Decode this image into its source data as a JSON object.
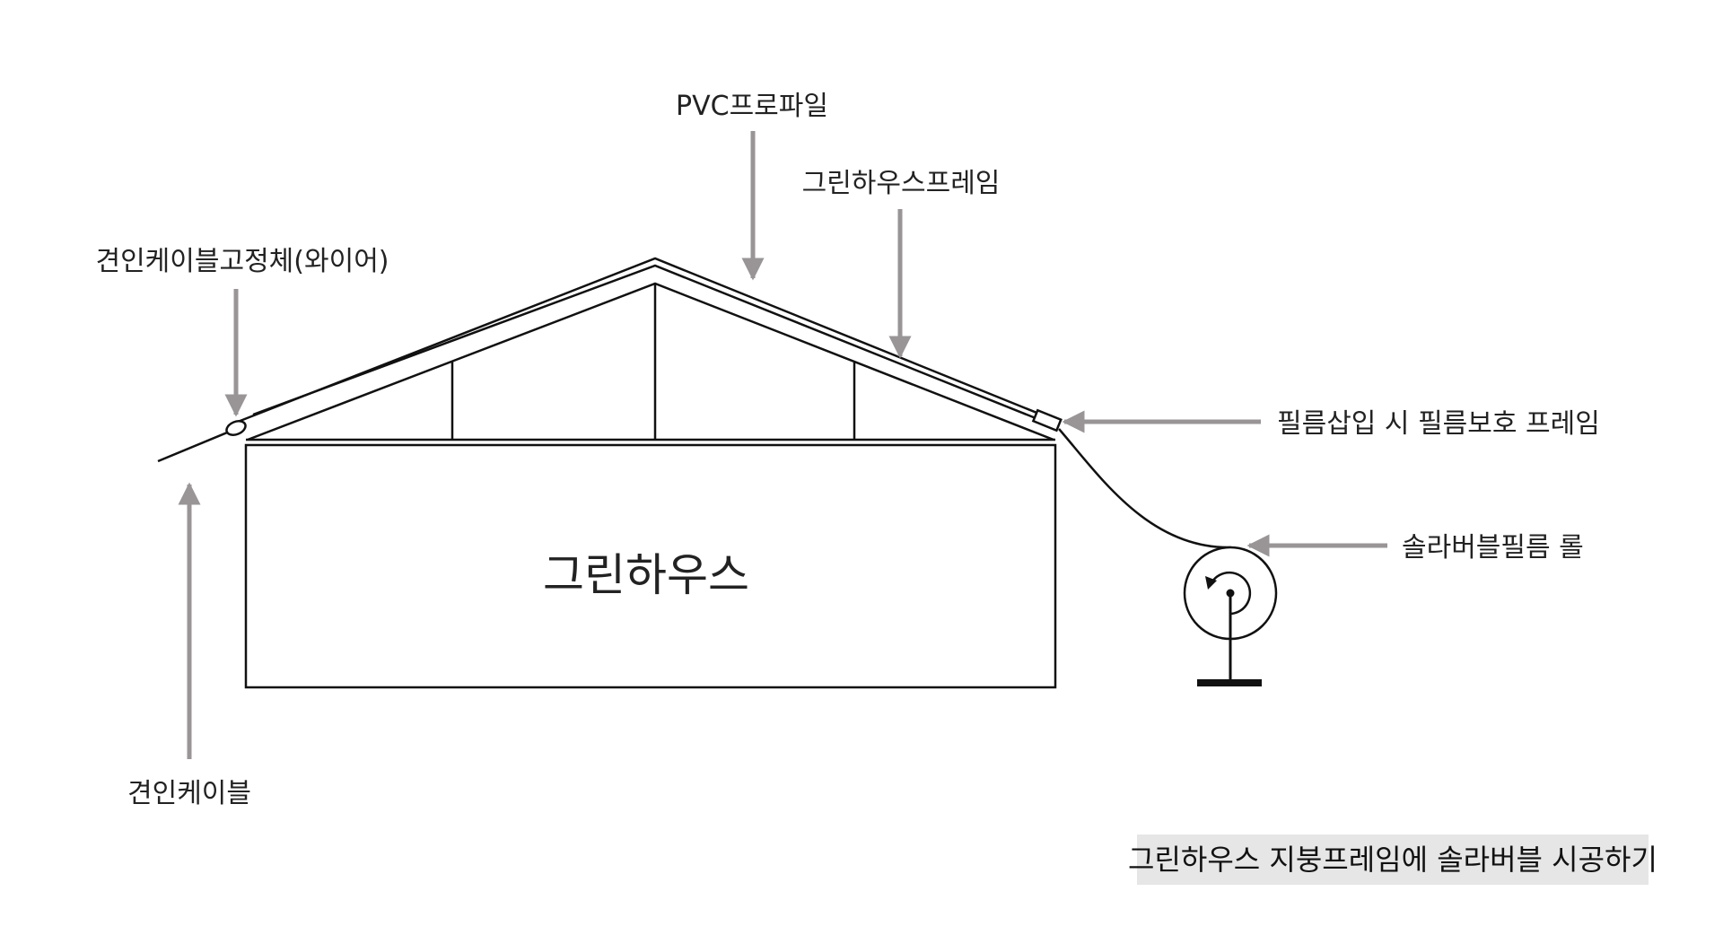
{
  "labels": {
    "pvc_profile": "PVC프로파일",
    "greenhouse_frame": "그린하우스프레임",
    "cable_anchor": "견인케이블고정체(와이어)",
    "film_protect_frame": "필름삽입 시 필름보호 프레임",
    "film_roll": "솔라버블필름 롤",
    "greenhouse": "그린하우스",
    "tow_cable": "견인케이블"
  },
  "caption": "그린하우스 지붕프레임에 솔라버블 시공하기",
  "colors": {
    "line": "#111111",
    "arrow": "#999597",
    "caption_bg": "#e6e6e6",
    "text": "#222222"
  }
}
